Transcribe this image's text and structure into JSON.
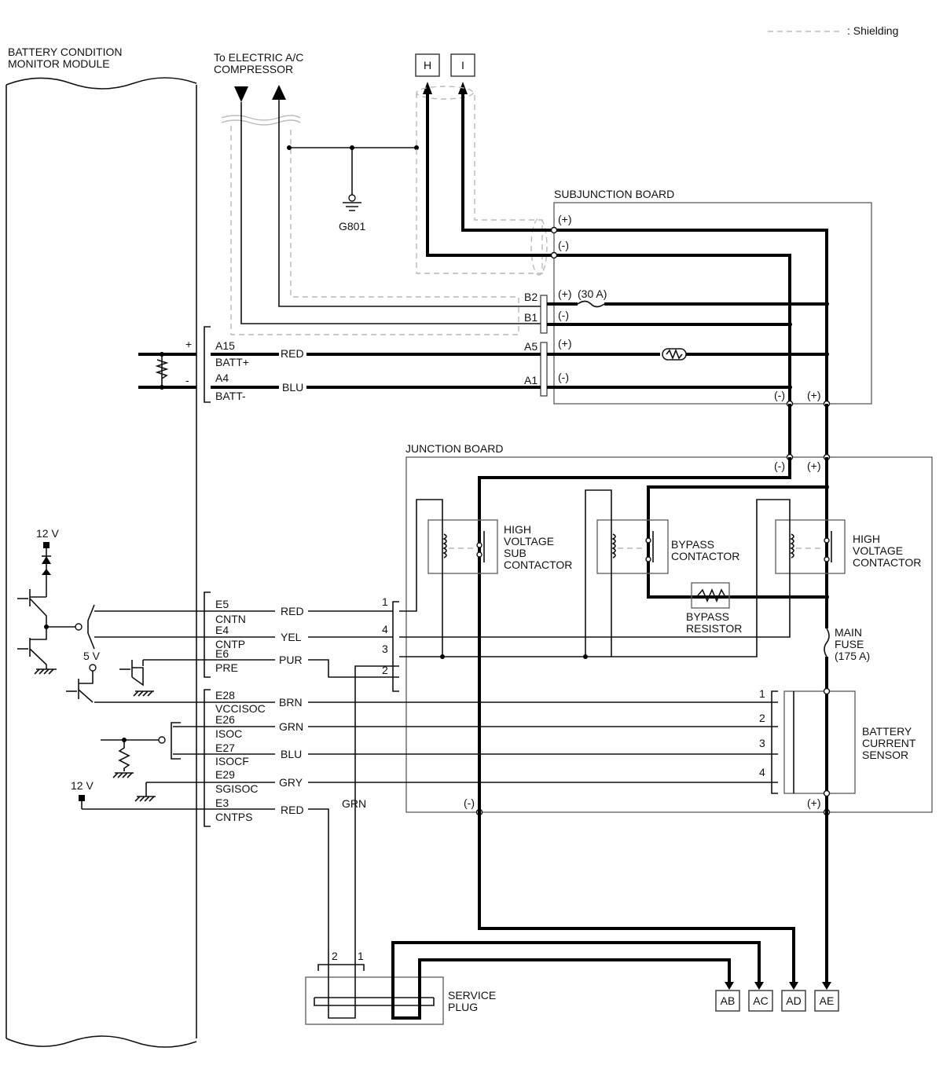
{
  "legend": {
    "shielding": ": Shielding"
  },
  "module": {
    "title_line1": "BATTERY CONDITION",
    "title_line2": "MONITOR MODULE"
  },
  "compressor": {
    "label_line1": "To ELECTRIC A/C",
    "label_line2": "COMPRESSOR"
  },
  "ground": {
    "label": "G801"
  },
  "connectors_top": [
    "H",
    "I"
  ],
  "subjunction": {
    "title": "SUBJUNCTION BOARD",
    "terminals": [
      "(+)",
      "(-)",
      "(+)",
      "(-)",
      "(+)",
      "(-)",
      "(-)",
      "(+)"
    ],
    "fuse_label": "(30 A)",
    "pins": [
      "B2",
      "B1",
      "A5",
      "A1"
    ]
  },
  "battery_terminals": {
    "plus": "+",
    "minus": "-",
    "pins": [
      {
        "pin": "A15",
        "name": "BATT+",
        "color": "RED"
      },
      {
        "pin": "A4",
        "name": "BATT-",
        "color": "BLU"
      }
    ]
  },
  "junction": {
    "title": "JUNCTION BOARD",
    "terminals_top": [
      "(-)",
      "(+)"
    ],
    "terminals_bottom": [
      "(-)",
      "(+)"
    ],
    "hv_sub_contactor": [
      "HIGH",
      "VOLTAGE",
      "SUB",
      "CONTACTOR"
    ],
    "bypass_contactor": [
      "BYPASS",
      "CONTACTOR"
    ],
    "hv_contactor": [
      "HIGH",
      "VOLTAGE",
      "CONTACTOR"
    ],
    "bypass_resistor": [
      "BYPASS",
      "RESISTOR"
    ],
    "main_fuse": [
      "MAIN",
      "FUSE",
      "(175 A)"
    ],
    "connector_pins": [
      "1",
      "4",
      "3",
      "2"
    ],
    "sensor_pins": [
      "1",
      "2",
      "3",
      "4"
    ],
    "current_sensor": [
      "BATTERY",
      "CURRENT",
      "SENSOR"
    ]
  },
  "voltages": {
    "v12_top": "12 V",
    "v5": "5 V",
    "v12_bottom": "12 V"
  },
  "control_pins": [
    {
      "pin": "E5",
      "name": "CNTN",
      "color": "RED"
    },
    {
      "pin": "E4",
      "name": "CNTP",
      "color": "YEL"
    },
    {
      "pin": "E6",
      "name": "PRE",
      "color": "PUR"
    },
    {
      "pin": "E28",
      "name": "VCCISOC",
      "color": "BRN"
    },
    {
      "pin": "E26",
      "name": "ISOC",
      "color": "GRN"
    },
    {
      "pin": "E27",
      "name": "ISOCF",
      "color": "BLU"
    },
    {
      "pin": "E29",
      "name": "SGISOC",
      "color": "GRY"
    },
    {
      "pin": "E3",
      "name": "CNTPS",
      "color": "RED"
    }
  ],
  "grn_wire": "GRN",
  "service_plug": {
    "label_line1": "SERVICE",
    "label_line2": "PLUG",
    "pins": [
      "2",
      "1"
    ]
  },
  "connectors_bottom": [
    "AB",
    "AC",
    "AD",
    "AE"
  ]
}
